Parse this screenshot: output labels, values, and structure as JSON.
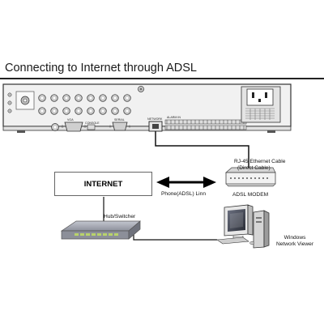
{
  "title": "Connecting to Internet through ADSL",
  "labels": {
    "internet": "INTERNET",
    "phone_line": "Phone(ADSL) Linn",
    "cable_line1": "RJ-45 Ethernet Cable",
    "cable_line2": "(Direct Cable)",
    "modem": "ADSL MODEM",
    "hub": "Hub/Switcher",
    "viewer_line1": "Windows",
    "viewer_line2": "Network Viewer"
  },
  "panel_labels": {
    "vga": "VGA",
    "console": "CONSOLE",
    "serial": "SERIAL",
    "network": "NETWORK",
    "alarm": "ALARM IN"
  },
  "colors": {
    "device_body": "#efefef",
    "device_edge": "#3a3a3a",
    "cable": "#111111",
    "hub_top": "#a7aab5",
    "hub_ports": "#b9d36a"
  }
}
